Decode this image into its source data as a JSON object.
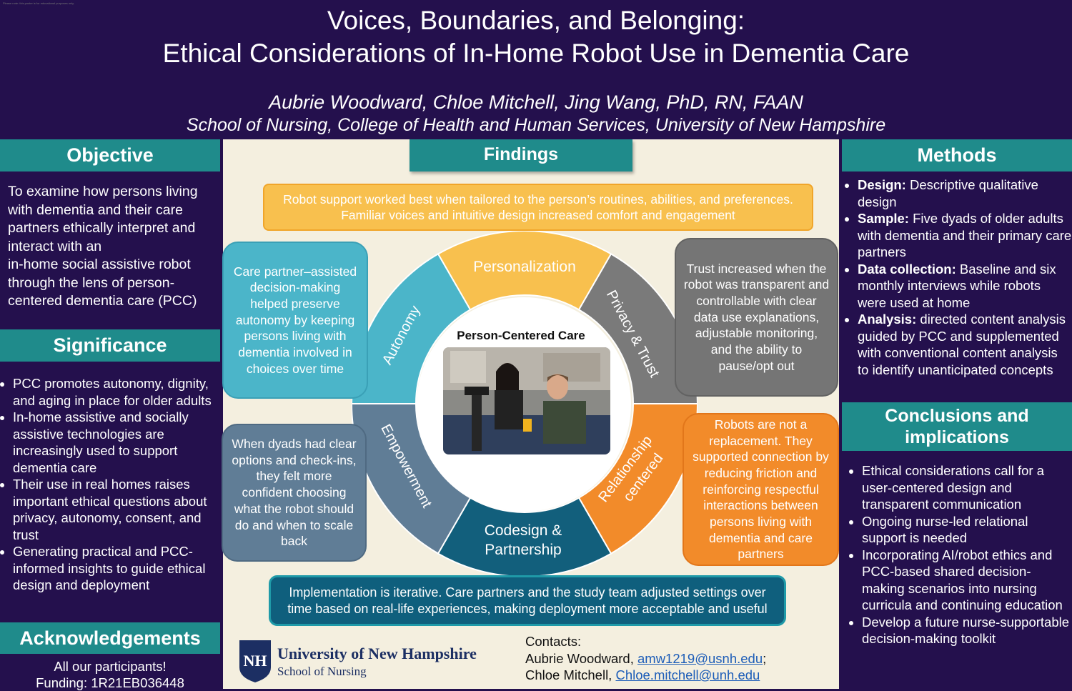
{
  "poster": {
    "tiny_header": "Please note: this poster is for educational purposes only.",
    "title_line1": "Voices, Boundaries, and Belonging:",
    "title_line2": "Ethical Considerations of In-Home Robot Use in Dementia Care",
    "authors": "Aubrie Woodward, Chloe Mitchell, Jing Wang, PhD, RN, FAAN",
    "affiliation": "School of Nursing, College of Health and Human Services, University of New Hampshire"
  },
  "objective": {
    "heading": "Objective",
    "line1": "To examine how persons living",
    "line2": "with dementia and their care",
    "line3": "partners ethically interpret and",
    "line4": "interact with an",
    "line5": "in-home social assistive robot",
    "line6": "through the lens of person-",
    "line7": "centered dementia care (PCC)"
  },
  "significance": {
    "heading": "Significance",
    "items": [
      "PCC promotes autonomy, dignity, and aging in place for older adults",
      "In-home assistive and socially assistive technologies are increasingly used to support dementia care",
      "Their use in real homes raises important ethical questions about privacy, autonomy, consent, and trust",
      "Generating practical and PCC-informed insights to guide ethical design and deployment"
    ]
  },
  "acknowledgements": {
    "heading": "Acknowledgements",
    "line1": "All our participants!",
    "line2": "Funding: 1R21EB036448"
  },
  "findings": {
    "heading": "Findings",
    "top_box": "Robot support worked best when tailored to the person’s routines, abilities, and preferences. Familiar voices and intuitive design increased comfort and engagement",
    "left_top_box": "Care partner–assisted decision-making helped preserve autonomy by keeping persons living with dementia involved in choices over time",
    "right_top_box": "Trust increased when the robot was transparent and controllable with clear data use explanations, adjustable monitoring, and the ability to pause/opt out",
    "left_bottom_box": "When dyads had clear options and check-ins, they felt more confident choosing what the robot should do and when to scale back",
    "right_bottom_box": "Robots are not a replacement. They supported connection by reducing friction and reinforcing respectful interactions between persons living with dementia and care partners",
    "bottom_box": "Implementation is iterative. Care partners and the study team adjusted settings over time based on real-life experiences, making deployment more acceptable and useful",
    "center_title": "Person-Centered Care",
    "segments": {
      "personalization": "Personalization",
      "privacy": "Privacy & Trust",
      "relationship1": "Relationship",
      "relationship2": "centered",
      "codesign1": "Codesign &",
      "codesign2": "Partnership",
      "empowerment": "Empowerment",
      "autonomy": "Autonomy"
    }
  },
  "methods": {
    "heading": "Methods",
    "items": [
      {
        "label": "Design:",
        "text": " Descriptive qualitative design"
      },
      {
        "label": "Sample:",
        "text": " Five dyads of older adults with dementia and their primary care partners"
      },
      {
        "label": "Data collection:",
        "text": " Baseline and six monthly interviews while robots were used at home"
      },
      {
        "label": "Analysis:",
        "text": " directed content analysis guided by PCC and supplemented with conventional content analysis to identify unanticipated concepts"
      }
    ]
  },
  "conclusions": {
    "heading_line1": "Conclusions and",
    "heading_line2": "implications",
    "items": [
      "Ethical considerations call for a user-centered design and transparent communication",
      "Ongoing nurse-led relational support is needed",
      "Incorporating AI/robot ethics and PCC-based shared decision-making scenarios into nursing curricula and continuing education",
      "Develop a future nurse-supportable decision-making toolkit"
    ]
  },
  "contacts": {
    "label": "Contacts:",
    "name1": "Aubrie Woodward, ",
    "email1": "amw1219@usnh.edu",
    "suffix1": ";",
    "name2": "Chloe Mitchell, ",
    "email2": "Chloe.mitchell@unh.edu"
  },
  "logo": {
    "mark": "NH",
    "name": "University of New Hampshire",
    "sub": "School of Nursing"
  },
  "colors": {
    "background": "#24104d",
    "header_teal": "#1f8b8b",
    "center_bg": "#f4efdf",
    "personalization": "#f8c04e",
    "privacy": "#7a7a7a",
    "relationship": "#f28b2a",
    "codesign": "#125f7c",
    "empowerment": "#607d96",
    "autonomy": "#4bb5c9"
  }
}
